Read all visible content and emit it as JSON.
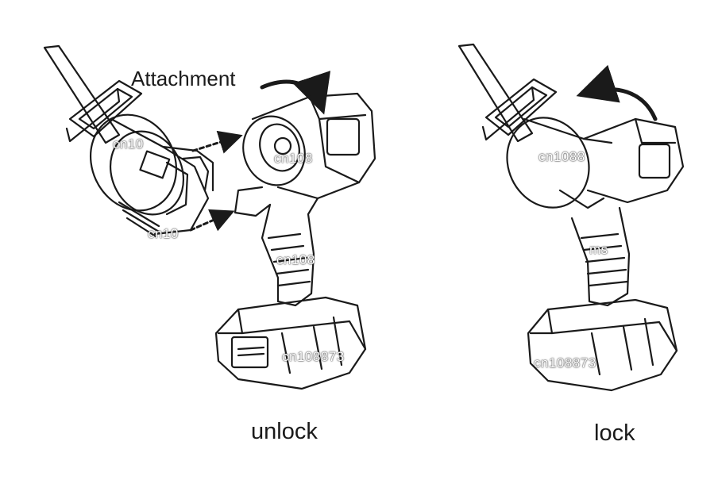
{
  "labels": {
    "attachment": "Attachment",
    "unlock": "unlock",
    "lock": "lock"
  },
  "watermarks": [
    "cn108",
    "cn108",
    "cn108873",
    "cn1088",
    "cn10",
    "cn108873",
    "cn108873",
    "cn10",
    "ms"
  ],
  "colors": {
    "line": "#1a1a1a",
    "background": "#ffffff",
    "dark_fill": "#222222"
  }
}
